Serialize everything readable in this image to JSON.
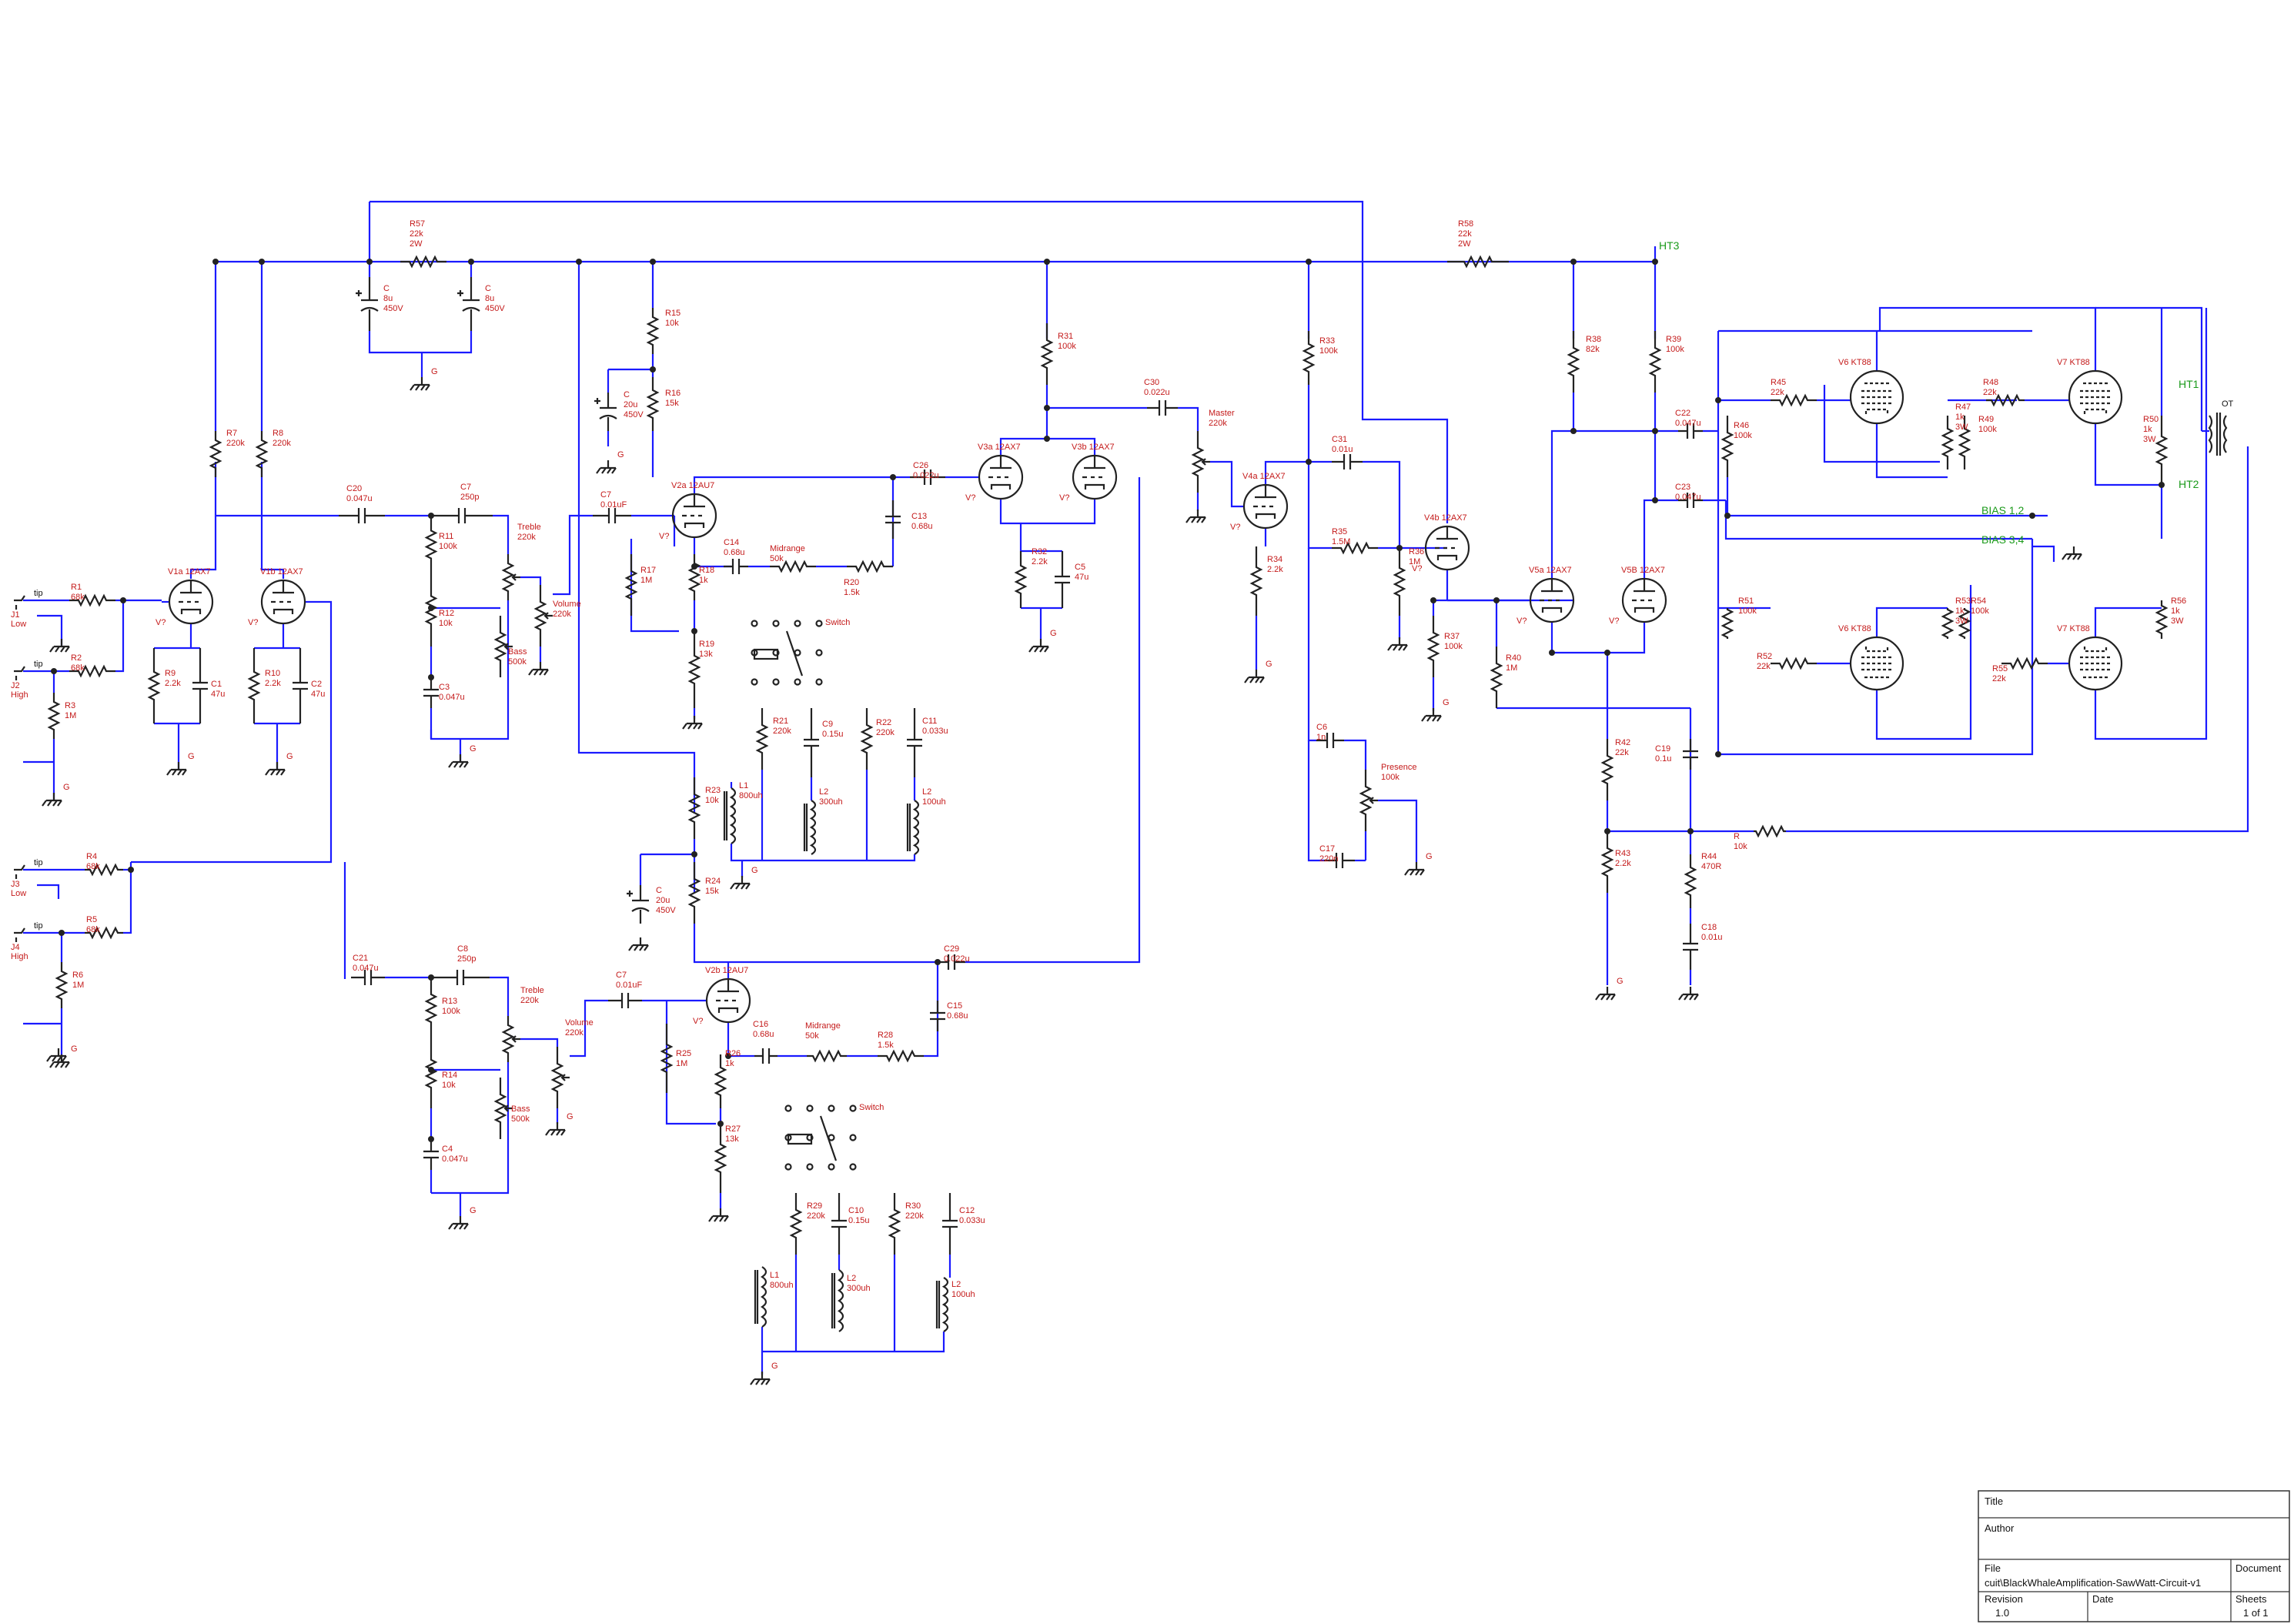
{
  "net_labels": {
    "ht3": "HT3",
    "ht1": "HT1",
    "ht2": "HT2",
    "bias12": "BIAS 1,2",
    "bias34": "BIAS 3,4"
  },
  "jacks": {
    "tip": "tip",
    "j1": [
      "J1",
      "Low"
    ],
    "j2": [
      "J2",
      "High"
    ],
    "j3": [
      "J3",
      "Low"
    ],
    "j4": [
      "J4",
      "High"
    ]
  },
  "tubes": {
    "v1a": "V1a 12AX7",
    "v1b": "V1b 12AX7",
    "v2a": "V2a 12AU7",
    "v2b": "V2b 12AU7",
    "v3a": "V3a 12AX7",
    "v3b": "V3b 12AX7",
    "v4a": "V4a 12AX7",
    "v4b": "V4b 12AX7",
    "v5a": "V5a 12AX7",
    "v5b": "V5B 12AX7",
    "v6a": "V6 KT88",
    "v6b": "V6 KT88",
    "v7a": "V7 KT88",
    "v7b": "V7 KT88",
    "unknown": "V?"
  },
  "parts": {
    "r57": [
      "R57",
      "22k",
      "2W"
    ],
    "r58": [
      "R58",
      "22k",
      "2W"
    ],
    "c_filter": [
      "C",
      "8u",
      "450V"
    ],
    "c_20u": [
      "C",
      "20u",
      "450V"
    ],
    "r7": [
      "R7",
      "220k"
    ],
    "r8": [
      "R8",
      "220k"
    ],
    "r1": [
      "R1",
      "68k"
    ],
    "r2": [
      "R2",
      "68k"
    ],
    "r3": [
      "R3",
      "1M"
    ],
    "r4": [
      "R4",
      "68k"
    ],
    "r5": [
      "R5",
      "68k"
    ],
    "r6": [
      "R6",
      "1M"
    ],
    "r9": [
      "R9",
      "2.2k"
    ],
    "r10": [
      "R10",
      "2.2k"
    ],
    "c1": [
      "C1",
      "47u"
    ],
    "c2": [
      "C2",
      "47u"
    ],
    "c20": [
      "C20",
      "0.047u"
    ],
    "c21": [
      "C21",
      "0.047u"
    ],
    "c7a": [
      "C7",
      "250p"
    ],
    "c8": [
      "C8",
      "250p"
    ],
    "r11": [
      "R11",
      "100k"
    ],
    "r12": [
      "R12",
      "10k"
    ],
    "r13": [
      "R13",
      "100k"
    ],
    "r14": [
      "R14",
      "10k"
    ],
    "c3": [
      "C3",
      "0.047u"
    ],
    "c4": [
      "C4",
      "0.047u"
    ],
    "treble": [
      "Treble",
      "220k"
    ],
    "bass": [
      "Bass",
      "500k"
    ],
    "volume": [
      "Volume",
      "220k"
    ],
    "c7b": [
      "C7",
      "0.01uF"
    ],
    "r15": [
      "R15",
      "10k"
    ],
    "r16": [
      "R16",
      "15k"
    ],
    "r17": [
      "R17",
      "1M"
    ],
    "r18": [
      "R18",
      "1k"
    ],
    "r19": [
      "R19",
      "13k"
    ],
    "c14": [
      "C14",
      "0.68u"
    ],
    "c13": [
      "C13",
      "0.68u"
    ],
    "c26": [
      "C26",
      "0.022u"
    ],
    "midrange": [
      "Midrange",
      "50k"
    ],
    "r20": [
      "R20",
      "1.5k"
    ],
    "switch": "Switch",
    "r21": [
      "R21",
      "220k"
    ],
    "r22": [
      "R22",
      "220k"
    ],
    "c9": [
      "C9",
      "0.15u"
    ],
    "c11": [
      "C11",
      "0.033u"
    ],
    "l1": [
      "L1",
      "800uh"
    ],
    "l2a": [
      "L2",
      "300uh"
    ],
    "l2b": [
      "L2",
      "100uh"
    ],
    "r23": [
      "R23",
      "10k"
    ],
    "r24": [
      "R24",
      "15k"
    ],
    "r25": [
      "R25",
      "1M"
    ],
    "r26": [
      "R26",
      "1k"
    ],
    "r27": [
      "R27",
      "13k"
    ],
    "c16": [
      "C16",
      "0.68u"
    ],
    "c15": [
      "C15",
      "0.68u"
    ],
    "c29": [
      "C29",
      "0.022u"
    ],
    "r28": [
      "R28",
      "1.5k"
    ],
    "r29": [
      "R29",
      "220k"
    ],
    "r30": [
      "R30",
      "220k"
    ],
    "c10": [
      "C10",
      "0.15u"
    ],
    "c12": [
      "C12",
      "0.033u"
    ],
    "r31": [
      "R31",
      "100k"
    ],
    "r32": [
      "R32",
      "2.2k"
    ],
    "c5": [
      "C5",
      "47u"
    ],
    "c30": [
      "C30",
      "0.022u"
    ],
    "master": [
      "Master",
      "220k"
    ],
    "r33": [
      "R33",
      "100k"
    ],
    "c31": [
      "C31",
      "0.01u"
    ],
    "r34": [
      "R34",
      "2.2k"
    ],
    "r35": [
      "R35",
      "1.5M"
    ],
    "r36": [
      "R36",
      "1M"
    ],
    "r37": [
      "R37",
      "100k"
    ],
    "c6": [
      "C6",
      "1n"
    ],
    "c17": [
      "C17",
      "220n"
    ],
    "presence": [
      "Presence",
      "100k"
    ],
    "r38": [
      "R38",
      "82k"
    ],
    "r39": [
      "R39",
      "100k"
    ],
    "r40": [
      "R40",
      "1M"
    ],
    "c22": [
      "C22",
      "0.047u"
    ],
    "c23": [
      "C23",
      "0.047u"
    ],
    "r42": [
      "R42",
      "22k"
    ],
    "r43": [
      "R43",
      "2.2k"
    ],
    "c19": [
      "C19",
      "0.1u"
    ],
    "r44": [
      "R44",
      "470R"
    ],
    "c18": [
      "C18",
      "0.01u"
    ],
    "r_fb": [
      "R",
      "10k"
    ],
    "r45": [
      "R45",
      "22k"
    ],
    "r46": [
      "R46",
      "100k"
    ],
    "r47": [
      "R47",
      "1k",
      "3W"
    ],
    "r48": [
      "R48",
      "22k"
    ],
    "r49": [
      "R49",
      "100k"
    ],
    "r50": [
      "R50",
      "1k",
      "3W"
    ],
    "r51": [
      "R51",
      "100k"
    ],
    "r52": [
      "R52",
      "22k"
    ],
    "r53": [
      "R53",
      "1k",
      "3W"
    ],
    "r54": [
      "R54",
      "100k"
    ],
    "r55": [
      "R55",
      "22k"
    ],
    "r56": [
      "R56",
      "1k",
      "3W"
    ],
    "ot": "OT",
    "gnd": "G"
  },
  "title_block": {
    "title_label": "Title",
    "author_label": "Author",
    "file_label": "File",
    "file_value": "cuit\\BlackWhaleAmplification-SawWatt-Circuit-v1",
    "document_label": "Document",
    "revision_label": "Revision",
    "revision_value": "1.0",
    "date_label": "Date",
    "sheets_label": "Sheets",
    "sheets_value": "1 of 1"
  }
}
